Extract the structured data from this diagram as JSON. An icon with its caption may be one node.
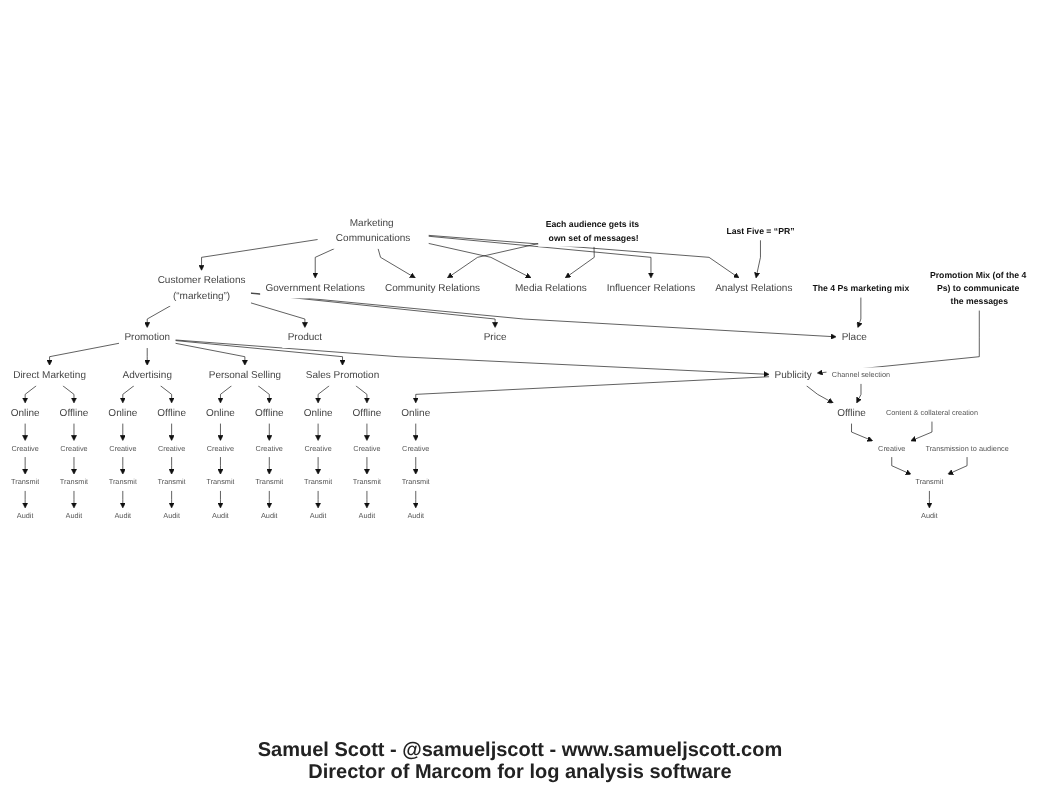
{
  "diagram": {
    "nodes": [
      {
        "text": [
          "Marketing Communications"
        ]
      },
      {
        "text": [
          "Customer Relations",
          "(“marketing”)"
        ]
      },
      {
        "text": [
          "Government Relations"
        ]
      },
      {
        "text": [
          "Community Relations"
        ]
      },
      {
        "text": [
          "Media Relations"
        ]
      },
      {
        "text": [
          "Influencer Relations"
        ]
      },
      {
        "text": [
          "Analyst Relations"
        ]
      },
      {
        "text": [
          "Each audience gets its own set of messages!"
        ]
      },
      {
        "text": [
          "Promotion"
        ]
      },
      {
        "text": [
          "Product"
        ]
      },
      {
        "text": [
          "Price"
        ]
      },
      {
        "text": [
          "Place"
        ]
      },
      {
        "text": [
          "The 4 Ps marketing mix"
        ]
      },
      {
        "text": [
          "Direct Marketing"
        ]
      },
      {
        "text": [
          "Advertising"
        ]
      },
      {
        "text": [
          "Personal Selling"
        ]
      },
      {
        "text": [
          "Sales Promotion"
        ]
      },
      {
        "text": [
          "Publicity"
        ]
      },
      {
        "text": [
          "Promotion Mix (of the 4 Ps) to communicate the messages"
        ]
      },
      {
        "text": [
          "Last Five = “PR”"
        ]
      },
      {
        "text": [
          "Online"
        ]
      },
      {
        "text": [
          "Offline"
        ]
      },
      {
        "text": [
          "Online"
        ]
      },
      {
        "text": [
          "Offline"
        ]
      },
      {
        "text": [
          "Online"
        ]
      },
      {
        "text": [
          "Offline"
        ]
      },
      {
        "text": [
          "Online"
        ]
      },
      {
        "text": [
          "Offline"
        ]
      },
      {
        "text": [
          "Online"
        ]
      },
      {
        "text": [
          "Offline"
        ]
      },
      {
        "text": [
          "Creative"
        ]
      },
      {
        "text": [
          "Creative"
        ]
      },
      {
        "text": [
          "Creative"
        ]
      },
      {
        "text": [
          "Creative"
        ]
      },
      {
        "text": [
          "Creative"
        ]
      },
      {
        "text": [
          "Creative"
        ]
      },
      {
        "text": [
          "Creative"
        ]
      },
      {
        "text": [
          "Creative"
        ]
      },
      {
        "text": [
          "Creative"
        ]
      },
      {
        "text": [
          "Creative"
        ]
      },
      {
        "text": [
          "Transmit"
        ]
      },
      {
        "text": [
          "Transmit"
        ]
      },
      {
        "text": [
          "Transmit"
        ]
      },
      {
        "text": [
          "Transmit"
        ]
      },
      {
        "text": [
          "Transmit"
        ]
      },
      {
        "text": [
          "Transmit"
        ]
      },
      {
        "text": [
          "Transmit"
        ]
      },
      {
        "text": [
          "Transmit"
        ]
      },
      {
        "text": [
          "Transmit"
        ]
      },
      {
        "text": [
          "Transmit"
        ]
      },
      {
        "text": [
          "Audit"
        ]
      },
      {
        "text": [
          "Audit"
        ]
      },
      {
        "text": [
          "Audit"
        ]
      },
      {
        "text": [
          "Audit"
        ]
      },
      {
        "text": [
          "Audit"
        ]
      },
      {
        "text": [
          "Audit"
        ]
      },
      {
        "text": [
          "Audit"
        ]
      },
      {
        "text": [
          "Audit"
        ]
      },
      {
        "text": [
          "Audit"
        ]
      },
      {
        "text": [
          "Audit"
        ]
      },
      {
        "text": [
          "Channel selection"
        ]
      },
      {
        "text": [
          "Content & collateral creation"
        ]
      },
      {
        "text": [
          "Transmission to audience"
        ]
      }
    ],
    "edges": [
      {
        "from": 0,
        "to": 1,
        "arrow": "to"
      },
      {
        "from": 0,
        "to": 2,
        "arrow": "to"
      },
      {
        "from": 0,
        "to": 3,
        "arrow": "to"
      },
      {
        "from": 0,
        "to": 4,
        "arrow": "to"
      },
      {
        "from": 0,
        "to": 5,
        "arrow": "to"
      },
      {
        "from": 0,
        "to": 6,
        "arrow": "to"
      },
      {
        "from": 7,
        "to": 3,
        "arrow": "to"
      },
      {
        "from": 7,
        "to": 4,
        "arrow": "to"
      },
      {
        "from": 1,
        "to": 8,
        "arrow": "to"
      },
      {
        "from": 1,
        "to": 9,
        "arrow": "to"
      },
      {
        "from": 1,
        "to": 10,
        "arrow": "to"
      },
      {
        "from": 1,
        "to": 11,
        "arrow": "to"
      },
      {
        "from": 12,
        "to": 11,
        "arrow": "to"
      },
      {
        "from": 8,
        "to": 13,
        "arrow": "to"
      },
      {
        "from": 8,
        "to": 14,
        "arrow": "to"
      },
      {
        "from": 8,
        "to": 15,
        "arrow": "to"
      },
      {
        "from": 8,
        "to": 16,
        "arrow": "to"
      },
      {
        "from": 8,
        "to": 17,
        "arrow": "to"
      },
      {
        "from": 18,
        "to": 17,
        "arrow": "to"
      },
      {
        "from": 19,
        "to": 6,
        "arrow": "to"
      },
      {
        "from": 13,
        "to": 20,
        "arrow": "to"
      },
      {
        "from": 13,
        "to": 21,
        "arrow": "to"
      },
      {
        "from": 14,
        "to": 22,
        "arrow": "to"
      },
      {
        "from": 14,
        "to": 23,
        "arrow": "to"
      },
      {
        "from": 15,
        "to": 24,
        "arrow": "to"
      },
      {
        "from": 15,
        "to": 25,
        "arrow": "to"
      },
      {
        "from": 16,
        "to": 26,
        "arrow": "to"
      },
      {
        "from": 16,
        "to": 27,
        "arrow": "to"
      },
      {
        "from": 17,
        "to": 28,
        "arrow": "to"
      },
      {
        "from": 17,
        "to": 29,
        "arrow": "to"
      },
      {
        "from": 20,
        "to": 30,
        "arrow": "to"
      },
      {
        "from": 21,
        "to": 31,
        "arrow": "to"
      },
      {
        "from": 22,
        "to": 32,
        "arrow": "to"
      },
      {
        "from": 23,
        "to": 33,
        "arrow": "to"
      },
      {
        "from": 24,
        "to": 34,
        "arrow": "to"
      },
      {
        "from": 25,
        "to": 35,
        "arrow": "to"
      },
      {
        "from": 26,
        "to": 36,
        "arrow": "to"
      },
      {
        "from": 27,
        "to": 37,
        "arrow": "to"
      },
      {
        "from": 28,
        "to": 38,
        "arrow": "to"
      },
      {
        "from": 29,
        "to": 39,
        "arrow": "to"
      },
      {
        "from": 30,
        "to": 40,
        "arrow": "to"
      },
      {
        "from": 31,
        "to": 41,
        "arrow": "to"
      },
      {
        "from": 32,
        "to": 42,
        "arrow": "to"
      },
      {
        "from": 33,
        "to": 43,
        "arrow": "to"
      },
      {
        "from": 34,
        "to": 44,
        "arrow": "to"
      },
      {
        "from": 35,
        "to": 45,
        "arrow": "to"
      },
      {
        "from": 36,
        "to": 46,
        "arrow": "to"
      },
      {
        "from": 37,
        "to": 47,
        "arrow": "to"
      },
      {
        "from": 38,
        "to": 48,
        "arrow": "to"
      },
      {
        "from": 39,
        "to": 49,
        "arrow": "to"
      },
      {
        "from": 40,
        "to": 50,
        "arrow": "to"
      },
      {
        "from": 41,
        "to": 51,
        "arrow": "to"
      },
      {
        "from": 42,
        "to": 52,
        "arrow": "to"
      },
      {
        "from": 43,
        "to": 53,
        "arrow": "to"
      },
      {
        "from": 44,
        "to": 54,
        "arrow": "to"
      },
      {
        "from": 45,
        "to": 55,
        "arrow": "to"
      },
      {
        "from": 46,
        "to": 56,
        "arrow": "to"
      },
      {
        "from": 47,
        "to": 57,
        "arrow": "to"
      },
      {
        "from": 48,
        "to": 58,
        "arrow": "to"
      },
      {
        "from": 49,
        "to": 59,
        "arrow": "to"
      },
      {
        "from": 60,
        "to": 29,
        "arrow": "to"
      },
      {
        "from": 61,
        "to": 39,
        "arrow": "to"
      },
      {
        "from": 62,
        "to": 49,
        "arrow": "to"
      }
    ],
    "labels": [
      "Samuel Scott - @samueljscott - www.samueljscott.com",
      "Director of Marcom for log analysis software"
    ]
  }
}
